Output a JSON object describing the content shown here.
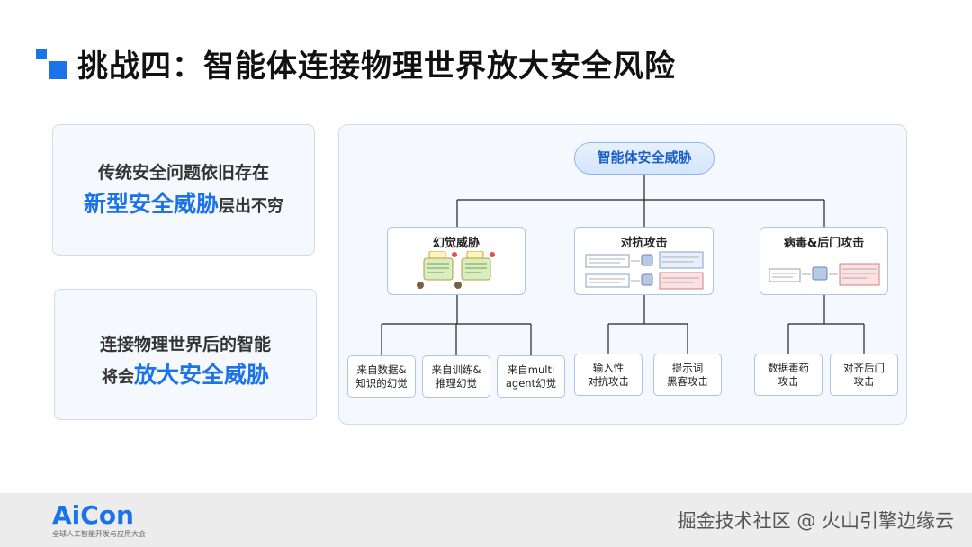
{
  "title": "挑战四：智能体连接物理世界放大安全风险",
  "left_cards": [
    {
      "line1": "传统安全问题依旧存在",
      "line2_highlight": "新型安全威胁",
      "line2_rest": "层出不穷"
    },
    {
      "line1": "连接物理世界后的智能",
      "line2_prefix": "将会",
      "line2_highlight": "放大安全威胁"
    }
  ],
  "diagram": {
    "root": "智能体安全威胁",
    "categories": [
      {
        "label": "幻觉威胁",
        "leaves": [
          [
            "来自数据&",
            "知识的幻觉"
          ],
          [
            "来自训练&",
            "推理幻觉"
          ],
          [
            "来自multi",
            "agent幻觉"
          ]
        ]
      },
      {
        "label": "对抗攻击",
        "leaves": [
          [
            "输入性",
            "对抗攻击"
          ],
          [
            "提示词",
            "黑客攻击"
          ]
        ]
      },
      {
        "label": "病毒&后门攻击",
        "leaves": [
          [
            "数据毒药",
            "攻击"
          ],
          [
            "对齐后门",
            "攻击"
          ]
        ]
      }
    ]
  },
  "footer": {
    "logo": "AiCon",
    "logo_sub": "全球人工智能开发与应用大会",
    "watermark": "掘金技术社区 @ 火山引擎边缘云"
  },
  "colors": {
    "accent": "#1a73e8",
    "card_bg": "#f5f8fd",
    "card_border": "#cfdcf0"
  }
}
